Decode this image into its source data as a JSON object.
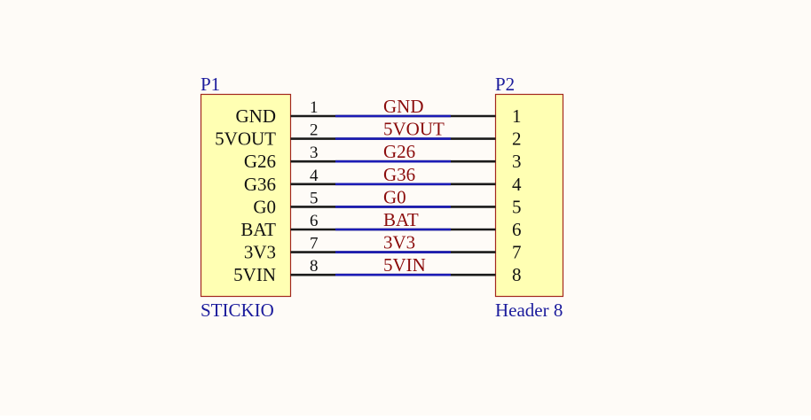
{
  "colors": {
    "background": "#fefbf7",
    "body_fill": "#ffffb3",
    "body_stroke": "#a3281e",
    "wire": "#1a1a1a",
    "net_label": "#8b0c0c",
    "designator": "#1b1b9c",
    "pin_text": "#111111",
    "wire_blue_accent": "#1b1bb5"
  },
  "p1": {
    "designator": "P1",
    "comment": "STICKIO",
    "pins": [
      {
        "number": "1",
        "name": "GND"
      },
      {
        "number": "2",
        "name": "5VOUT"
      },
      {
        "number": "3",
        "name": "G26"
      },
      {
        "number": "4",
        "name": "G36"
      },
      {
        "number": "5",
        "name": "G0"
      },
      {
        "number": "6",
        "name": "BAT"
      },
      {
        "number": "7",
        "name": "3V3"
      },
      {
        "number": "8",
        "name": "5VIN"
      }
    ]
  },
  "p2": {
    "designator": "P2",
    "comment": "Header 8",
    "pins": [
      "1",
      "2",
      "3",
      "4",
      "5",
      "6",
      "7",
      "8"
    ]
  },
  "nets": [
    "GND",
    "5VOUT",
    "G26",
    "G36",
    "G0",
    "BAT",
    "3V3",
    "5VIN"
  ]
}
